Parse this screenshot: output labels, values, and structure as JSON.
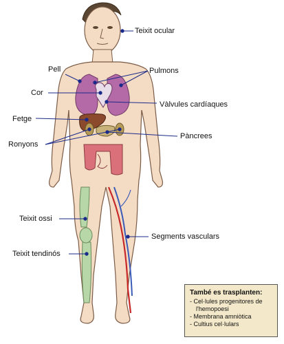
{
  "labels": {
    "teixit_ocular": "Teixit ocular",
    "pell": "Pell",
    "pulmons": "Pulmons",
    "cor": "Cor",
    "valvules": "Vàlvules cardíaques",
    "fetge": "Fetge",
    "pancrees": "Pàncrees",
    "ronyons": "Ronyons",
    "teixit_ossi": "Teixit ossi",
    "segments_vasculars": "Segments vasculars",
    "teixit_tendinos": "Teixit tendinós"
  },
  "info_box": {
    "title": "També es trasplanten:",
    "items": [
      "Cel·lules progenitores de l'hemopoesi",
      "Membrana amniòtica",
      "Cultius cel·lulars"
    ]
  },
  "colors": {
    "skin": "#f4dcc4",
    "lungs": "#b46aa6",
    "liver": "#8c4a2c",
    "kidney": "#b89a57",
    "intestine": "#d9707a",
    "bone": "#b7d7a8",
    "artery": "#c62828",
    "vein": "#3a5bb8",
    "leader": "#1a2a8a",
    "box": "#f3e8c9"
  }
}
